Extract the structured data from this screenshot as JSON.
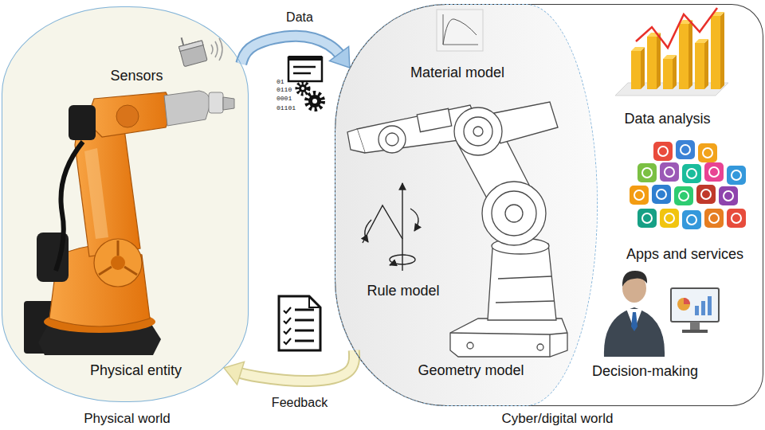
{
  "diagram": {
    "nodes": [
      {
        "text": [
          "Sensors",
          "Physical entity",
          "Physical world"
        ]
      },
      {
        "text": [
          "Data analysis",
          "Apps and services",
          "Decision-making",
          "Cyber/digital world"
        ]
      },
      {
        "text": [
          "Material model",
          "Rule model",
          "Geometry model"
        ],
        "in": 1
      }
    ],
    "edges": [
      {
        "from": 0,
        "to": 1,
        "label": "Data",
        "arrow": "to"
      },
      {
        "from": 1,
        "to": 0,
        "label": "Feedback",
        "arrow": "to"
      }
    ],
    "labels": [
      "01",
      "0110",
      "0001",
      "01101"
    ]
  }
}
